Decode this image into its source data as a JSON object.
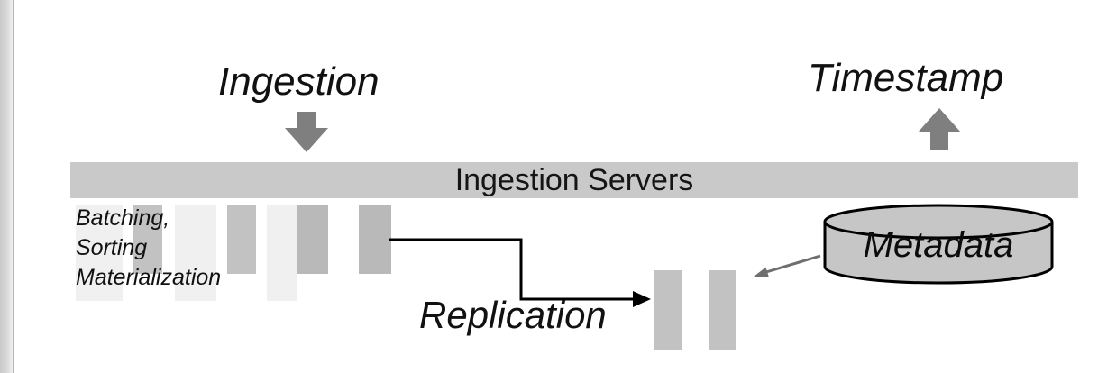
{
  "diagram": {
    "labels": {
      "ingestion": "Ingestion",
      "timestamp": "Timestamp",
      "ingestion_servers": "Ingestion Servers",
      "batching_line1": "Batching,",
      "batching_line2": "Sorting",
      "batching_line3": "Materialization",
      "replication": "Replication",
      "metadata": "Metadata"
    },
    "colors": {
      "background": "#ffffff",
      "server_bar": "#c9c9c9",
      "block_arrow": "#7f7f7f",
      "bar_light": "#f0f0f0",
      "bar_medium": "#c2c2c2",
      "bar_dark": "#b9b9b9",
      "connector_line": "#000000",
      "metadata_arrow": "#6f6f6f",
      "cylinder_fill": "#c6c6c6",
      "cylinder_stroke": "#000000",
      "text": "#111111"
    }
  }
}
